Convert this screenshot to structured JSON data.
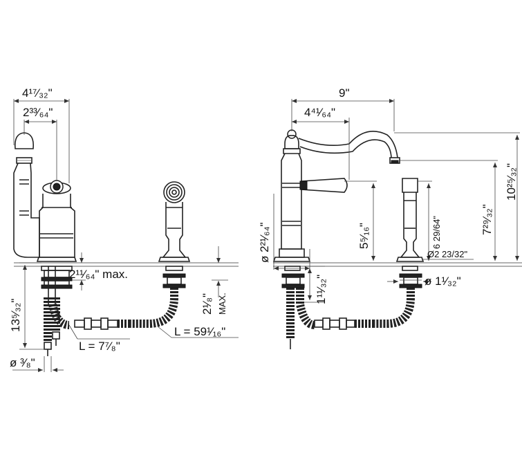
{
  "figure": {
    "left_view": {
      "width_overall": "4¹⁷⁄₃₂\"",
      "width_handle": "2³³⁄₆₄\"",
      "deck_thickness": "2¹¹⁄₆₄\" max.",
      "below_deck_length": "13⁵⁄₃₂\"",
      "pipe_diameter": "ø ³⁄₈\"",
      "tail_length": "L = 7⁷⁄₈\"",
      "spray_hose_length": "L = 59¹⁄₁₆\"",
      "spray_deck_max": "2¹⁄₈\"",
      "spray_deck_max_unit": "MAX."
    },
    "right_view": {
      "reach": "9\"",
      "spout_to_body": "4⁴¹⁄₆₄\"",
      "body_diameter": "ø 2²¹⁄₆₄\"",
      "handle_height": "5⁵⁄₁₆\"",
      "spray_height": "6 29/64\"",
      "spray_base_diameter": "Ø2 23/32\"",
      "spout_height": "7²⁹⁄₃₂\"",
      "overall_height": "10²⁵⁄₃₂\"",
      "hole_diameter": "ø 1¹⁄₃₂\"",
      "shank_length": "1¹¹⁄₃₂\""
    }
  }
}
